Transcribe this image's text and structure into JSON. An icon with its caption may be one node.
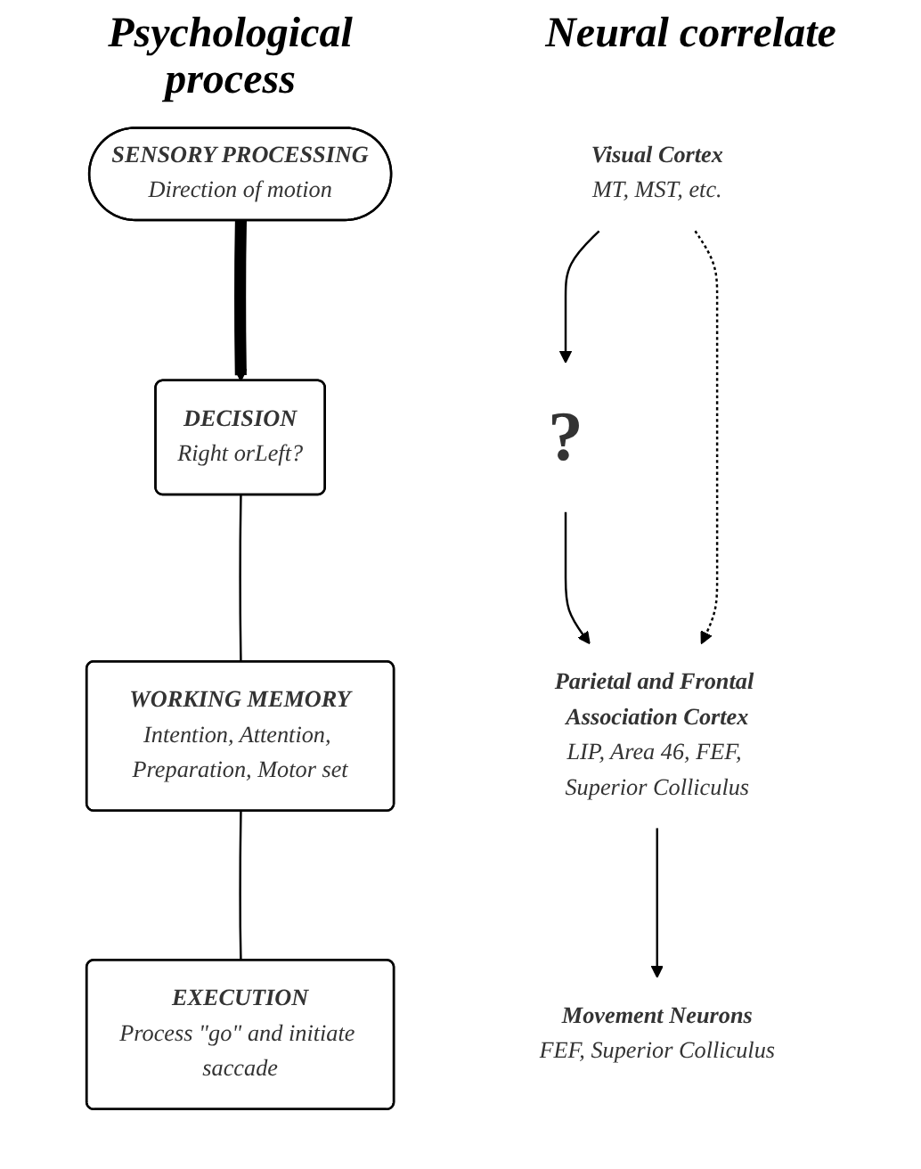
{
  "diagram": {
    "nodes": [
      {
        "text": [
          "SENSORY PROCESSING",
          "Direction of motion"
        ]
      },
      {
        "text": [
          "DECISION",
          "Right orLeft?"
        ]
      },
      {
        "text": [
          "WORKING MEMORY",
          "Intention, Attention, Preparation, Motor set"
        ]
      },
      {
        "text": [
          "EXECUTION",
          "Process \"go\" and initiate saccade"
        ]
      },
      {
        "text": [
          "Visual Cortex",
          "MT, MST, etc."
        ]
      },
      {
        "text": [
          "?"
        ]
      },
      {
        "text": [
          "Parietal and Frontal Association Cortex",
          "LIP, Area 46, FEF, Superior Colliculus"
        ]
      },
      {
        "text": [
          "Movement Neurons",
          "FEF, Superior Colliculus"
        ]
      }
    ],
    "edges": [
      {
        "from": 0,
        "to": 1,
        "arrow": "to",
        "style": "thick"
      },
      {
        "from": 1,
        "to": 2,
        "arrow": "none"
      },
      {
        "from": 2,
        "to": 3,
        "arrow": "none"
      },
      {
        "from": 4,
        "to": 5,
        "arrow": "to"
      },
      {
        "from": 5,
        "to": 6,
        "arrow": "to"
      },
      {
        "from": 4,
        "to": 6,
        "arrow": "to",
        "style": "dashed"
      },
      {
        "from": 6,
        "to": 7,
        "arrow": "to"
      }
    ],
    "labels": [
      "Psychological process",
      "Neural correlate"
    ]
  }
}
